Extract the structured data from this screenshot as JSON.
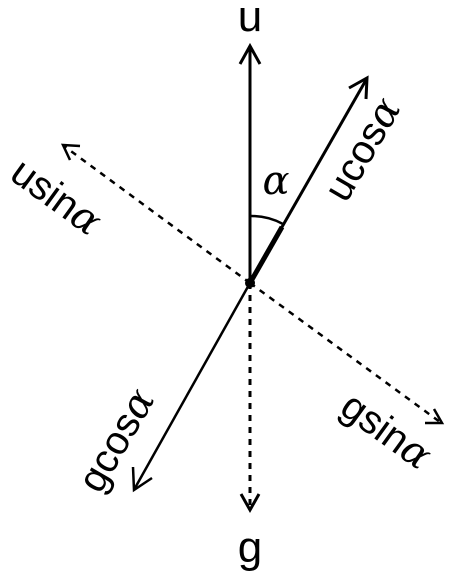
{
  "labels": {
    "u": "u",
    "g": "g",
    "alpha": "α",
    "u_cos": {
      "base": "ucos",
      "symbol": "α"
    },
    "u_sin": {
      "base": "usin",
      "symbol": "α"
    },
    "g_cos": {
      "base": "gcos",
      "symbol": "α"
    },
    "g_sin": {
      "base": "gsin",
      "symbol": "α"
    }
  },
  "colors": {
    "ink": "#000000",
    "background": "#ffffff"
  }
}
